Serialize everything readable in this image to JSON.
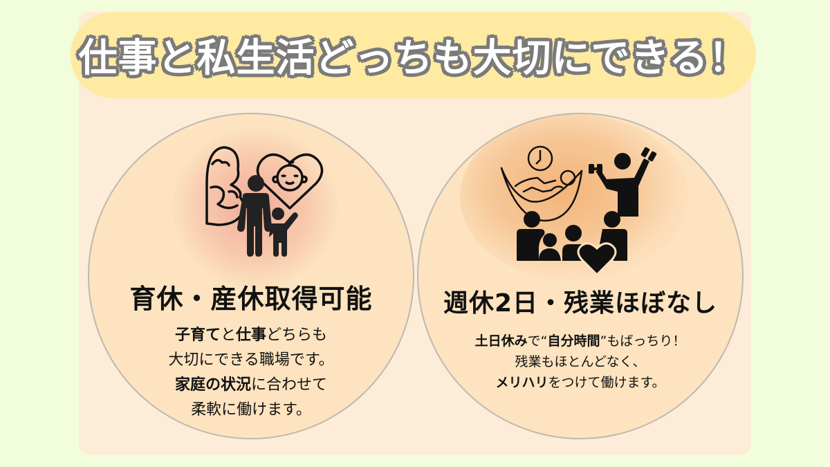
{
  "title": "仕事と私生活どっちも大切にできる！",
  "colors": {
    "page_bg": "#f2fddb",
    "panel_bg": "#fdecd7",
    "title_pill": "#ffeaa2",
    "title_text": "#ffffff",
    "title_outline": "#7a7a7a",
    "circle_fill": "#fde3bf",
    "circle_border": "#bdb8b2"
  },
  "cards": [
    {
      "heading": "育休・産休取得可能",
      "icons": [
        "pregnant-woman-icon",
        "heart-baby-icon",
        "father-icon",
        "child-icon"
      ],
      "lines": [
        [
          {
            "t": "子育て",
            "b": true
          },
          {
            "t": "と",
            "b": false
          },
          {
            "t": "仕事",
            "b": true
          },
          {
            "t": "どちらも",
            "b": false
          }
        ],
        [
          {
            "t": "大切にできる職場です。",
            "b": false
          }
        ],
        [
          {
            "t": "家庭の状況",
            "b": true
          },
          {
            "t": "に合わせて",
            "b": false
          }
        ],
        [
          {
            "t": "柔軟に働けます。",
            "b": false
          }
        ]
      ]
    },
    {
      "heading": "週休2日・残業ほぼなし",
      "icons": [
        "clock-icon",
        "hammock-rest-icon",
        "dumbbell-person-icon",
        "family-icon",
        "heart-icon"
      ],
      "lines": [
        [
          {
            "t": "土日休み",
            "b": true
          },
          {
            "t": "で“",
            "b": false
          },
          {
            "t": "自分時間",
            "b": true
          },
          {
            "t": "”もばっちり！",
            "b": false
          }
        ],
        [
          {
            "t": "残業もほとんどなく、",
            "b": false
          }
        ],
        [
          {
            "t": "メリハリ",
            "b": true
          },
          {
            "t": "をつけて働けます。",
            "b": false
          }
        ]
      ]
    }
  ]
}
